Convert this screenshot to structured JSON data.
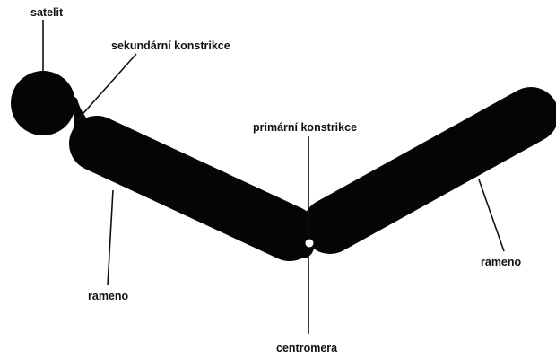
{
  "labels": {
    "satellite": "satelit",
    "secondary_constriction": "sekundární konstrikce",
    "primary_constriction": "primární konstrikce",
    "arm_left": "rameno",
    "arm_right": "rameno",
    "centromere": "centromera"
  },
  "colors": {
    "chromosome": "#050505",
    "centromere_dot": "#ffffff",
    "background": "#ffffff"
  }
}
